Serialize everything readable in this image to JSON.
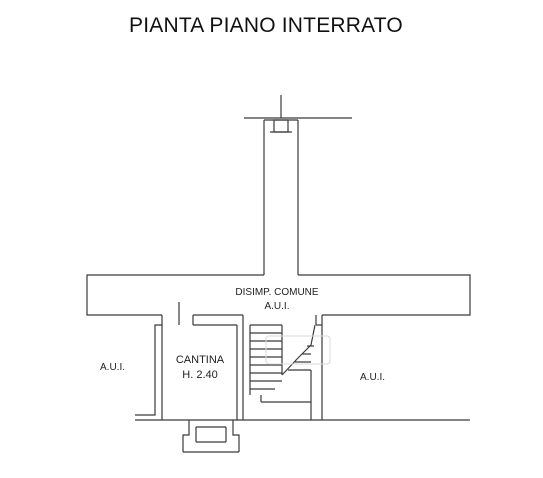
{
  "title": "PIANTA PIANO INTERRATO",
  "rooms": {
    "corridor_name": "DISIMP. COMUNE",
    "corridor_unit": "A.U.I.",
    "left_unit": "A.U.I.",
    "right_unit": "A.U.I.",
    "cellar_name": "CANTINA",
    "cellar_height": "H. 2.40"
  },
  "colors": {
    "wall_fill": "#ffffff",
    "wall_stroke": "#3a3a3a",
    "hatch": "#555555"
  }
}
